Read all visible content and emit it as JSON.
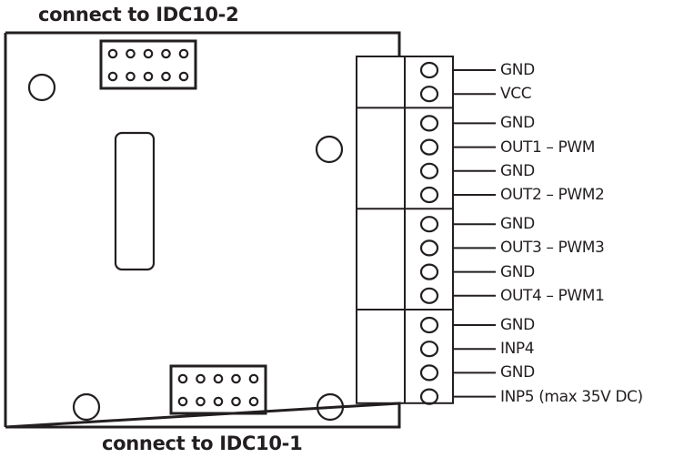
{
  "top_connector_label": "connect to IDC10-2",
  "bottom_connector_label": "connect to IDC10-1",
  "colors": {
    "line": "#231f20",
    "background": "#ffffff"
  },
  "terminal_pins": [
    {
      "label": "GND",
      "block": 1
    },
    {
      "label": "VCC",
      "block": 1
    },
    {
      "label": "GND",
      "block": 2
    },
    {
      "label": "OUT1 – PWM",
      "block": 2
    },
    {
      "label": "GND",
      "block": 2
    },
    {
      "label": "OUT2 – PWM2",
      "block": 2
    },
    {
      "label": "GND",
      "block": 3
    },
    {
      "label": "OUT3 – PWM3",
      "block": 3
    },
    {
      "label": "GND",
      "block": 3
    },
    {
      "label": "OUT4 – PWM1",
      "block": 3
    },
    {
      "label": "GND",
      "block": 4
    },
    {
      "label": "INP4",
      "block": 4
    },
    {
      "label": "GND",
      "block": 4
    },
    {
      "label": "INP5 (max 35V DC)",
      "block": 4
    }
  ],
  "idc_header_pins": {
    "rows": 2,
    "columns": 5
  }
}
